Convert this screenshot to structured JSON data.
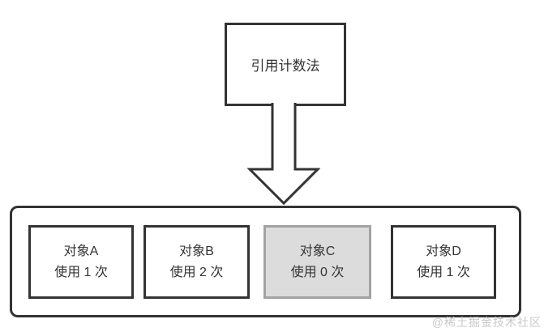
{
  "diagram": {
    "title_box": {
      "label": "引用计数法"
    },
    "objects": [
      {
        "name": "对象A",
        "usage": "使用 1 次",
        "highlighted": false
      },
      {
        "name": "对象B",
        "usage": "使用 2 次",
        "highlighted": false
      },
      {
        "name": "对象C",
        "usage": "使用 0 次",
        "highlighted": true
      },
      {
        "name": "对象D",
        "usage": "使用 1 次",
        "highlighted": false
      }
    ],
    "watermark": "@稀土掘金技术社区",
    "colors": {
      "border_dark": "#333333",
      "highlight_border": "#a2a2a2",
      "highlight_fill": "#dcdcdc",
      "text": "#333333",
      "watermark": "#c9c9c9",
      "background": "#ffffff"
    }
  }
}
